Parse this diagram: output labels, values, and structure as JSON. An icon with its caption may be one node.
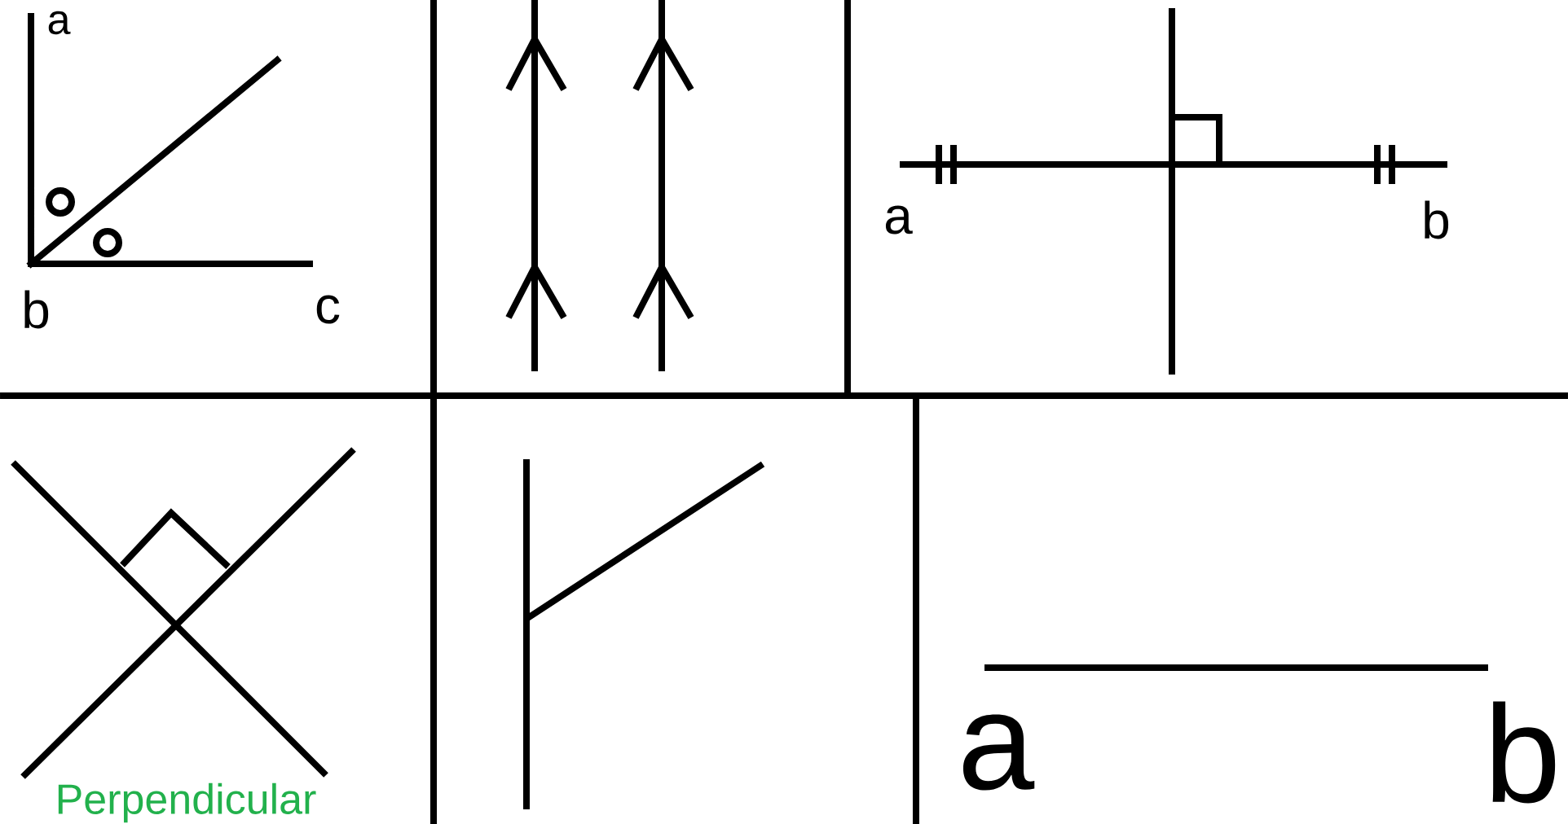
{
  "diagram": {
    "labels": [
      "a",
      "b",
      "c",
      "a",
      "b",
      "Perpendicular",
      "a",
      "b"
    ]
  }
}
